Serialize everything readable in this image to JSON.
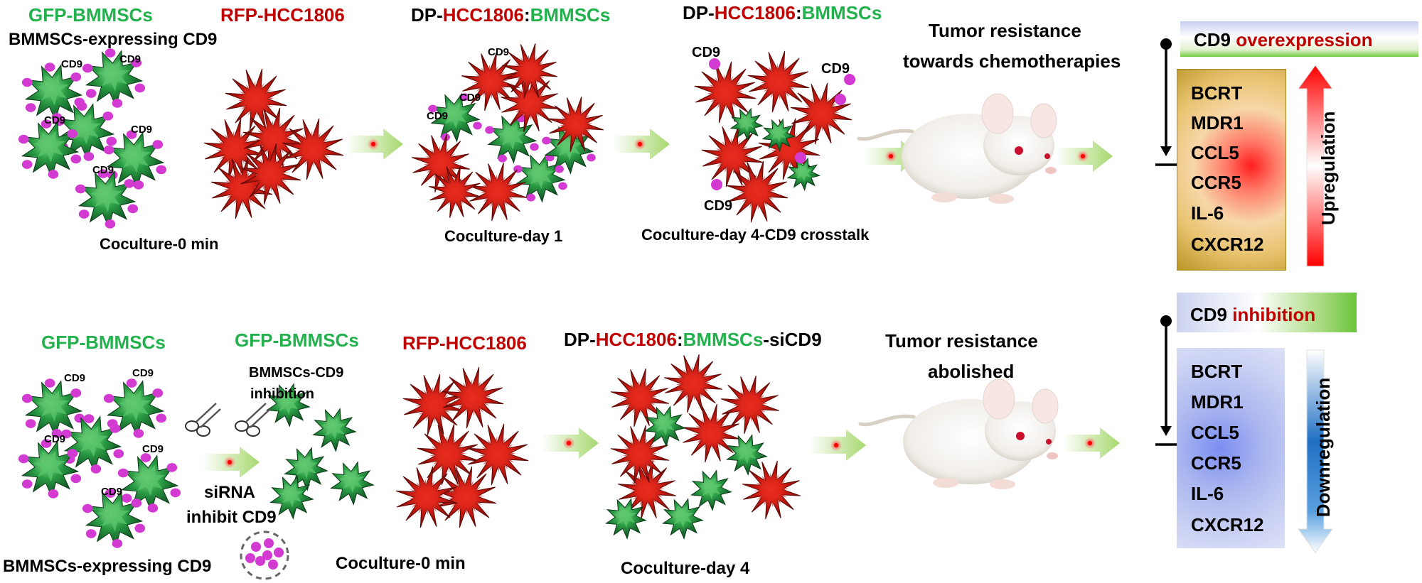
{
  "top_row": {
    "gfp_bmmscs": "GFP-BMMSCs",
    "bmmscs_expressing_cd9": "BMMSCs-expressing CD9",
    "rfp_hcc1806": "RFP-HCC1806",
    "dp_prefix": "DP-",
    "dp_hcc": "HCC1806",
    "dp_colon": ":",
    "dp_bmmscs": "BMMSCs",
    "coculture_0min": "Coculture-0 min",
    "coculture_day1": "Coculture-day 1",
    "coculture_day4_crosstalk": "Coculture-day 4-CD9 crosstalk",
    "tumor_resistance_line1": "Tumor resistance",
    "tumor_resistance_line2": "towards chemotherapies",
    "cd9_label": "CD9",
    "banner_prefix": "CD9 ",
    "banner_highlight": "overexpression",
    "vertical_label": "Upregulation"
  },
  "bottom_row": {
    "gfp_bmmscs": "GFP-BMMSCs",
    "bmmscs_cd9_inhibition_line1": "BMMSCs-CD9",
    "bmmscs_cd9_inhibition_line2": "inhibition",
    "rfp_hcc1806": "RFP-HCC1806",
    "dp_prefix": "DP-",
    "dp_hcc": "HCC1806",
    "dp_colon": ":",
    "dp_bmmscs": "BMMSCs",
    "dp_suffix": "-siCD9",
    "sirna_line1": "siRNA",
    "sirna_line2": "inhibit CD9",
    "bmmscs_expressing_cd9": "BMMSCs-expressing CD9",
    "coculture_0min": "Coculture-0 min",
    "coculture_day4": "Coculture-day 4",
    "tumor_resistance_line1": "Tumor resistance",
    "tumor_resistance_line2": "abolished",
    "cd9_label": "CD9",
    "banner_prefix": "CD9 ",
    "banner_highlight": "inhibition",
    "vertical_label": "Downregulation"
  },
  "genes": [
    "BCRT",
    "MDR1",
    "CCL5",
    "CCR5",
    "IL-6",
    "CXCR12"
  ],
  "colors": {
    "green_text": "#22b14c",
    "red_text": "#c00000",
    "tumor_red": "#b5120f",
    "msc_green": "#1e8a3c",
    "cd9_magenta": "#d23ad2"
  }
}
